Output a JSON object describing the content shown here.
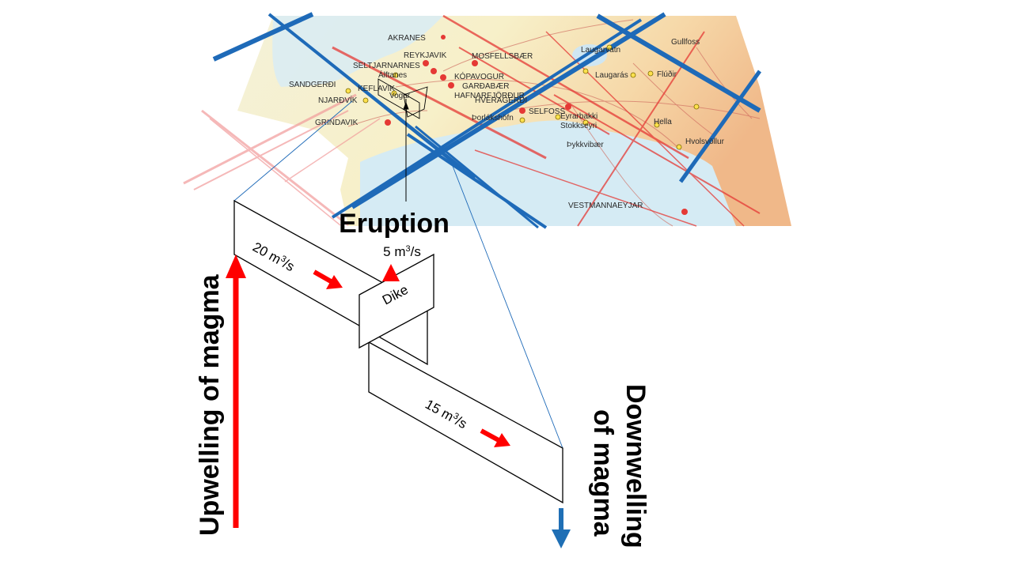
{
  "map": {
    "place_names": [
      "AKRANES",
      "REYKJAVIK",
      "MOSFELLSBÆR",
      "SELTJARNARNES",
      "Álftanes",
      "KÓPAVOGUR",
      "GARÐABÆR",
      "HAFNARFJÖRÐUR",
      "SANDGERÐI",
      "KEFLAVIK",
      "Vogar",
      "NJARÐVÍK",
      "HVERAGERÐI",
      "GRINDAVIK",
      "Þorlákshöfn",
      "SELFOSS",
      "Eyrarbakki",
      "Stokkseyri",
      "Laugarvatn",
      "Gullfoss",
      "Laugarás",
      "Flúðir",
      "Hella",
      "Hvolsvöllur",
      "Þykkvibær",
      "VESTMANNAEYJAR"
    ]
  },
  "labels": {
    "eruption": "Eruption",
    "eruption_rate": "5 m³/s",
    "inflow_rate": "20 m³/s",
    "outflow_rate": "15 m³/s",
    "dike": "Dike",
    "upwelling": "Upwelling of magma",
    "downwelling_line1": "Downwelling",
    "downwelling_line2": "of magma"
  },
  "colors": {
    "upwelling_arrow": "#ff0000",
    "flow_arrow": "#ff0000",
    "downwelling_arrow": "#1f6fb5",
    "fissure_blue": "#1e6ab8",
    "fault_red": "#e53935"
  }
}
